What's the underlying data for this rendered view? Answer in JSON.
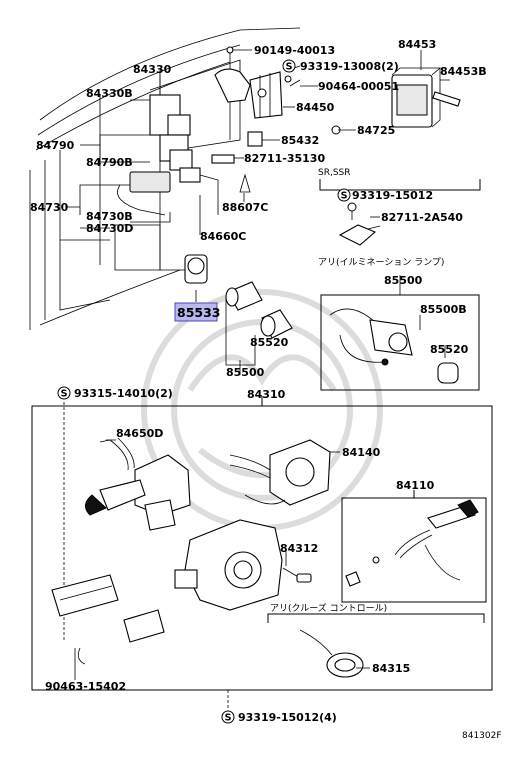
{
  "labels": {
    "p84453": "84453",
    "p84453B": "84453B",
    "p90149": "90149-40013",
    "p93319_13008": "93319-13008(2)",
    "p90464": "90464-00051",
    "p84330": "84330",
    "p84330B": "84330B",
    "p84450": "84450",
    "p84725": "84725",
    "p85432": "85432",
    "p84790": "84790",
    "p84790B": "84790B",
    "p82711_35130": "82711-35130",
    "p84730": "84730",
    "p84730B": "84730B",
    "p84730D": "84730D",
    "p88607C": "88607C",
    "p84660C": "84660C",
    "p93319_15012": "93319-15012",
    "p82711_2A540": "82711-2A540",
    "p85500_top": "85500",
    "p85500B": "85500B",
    "p85520_right": "85520",
    "p85533": "85533",
    "p85520_mid": "85520",
    "p85500_mid": "85500",
    "p93315": "93315-14010(2)",
    "p84310": "84310",
    "p84650D": "84650D",
    "p84140": "84140",
    "p84110": "84110",
    "p84312": "84312",
    "p84315": "84315",
    "p90463": "90463-15402",
    "p93319_15012_4": "93319-15012(4)"
  },
  "notes": {
    "sr_ssr": "SR,SSR",
    "illumination": "アリ(イルミネーション ランプ)",
    "cruise": "アリ(クルーズ コントロール)"
  },
  "figure_code": "841302F",
  "highlight_color": "#b8b8ee"
}
